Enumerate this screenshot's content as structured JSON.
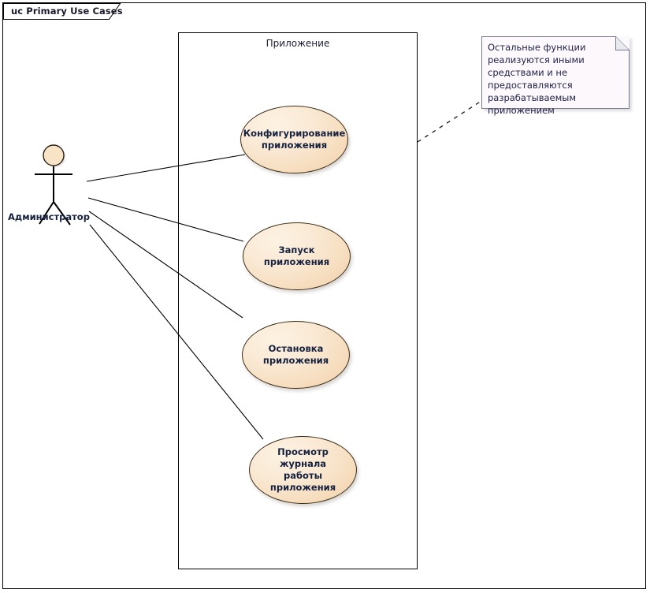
{
  "diagram": {
    "tab_label": "uc Primary Use Cases",
    "type": "uml-use-case-diagram"
  },
  "system_boundary": {
    "label": "Приложение"
  },
  "actor": {
    "label": "Администратор",
    "icon": "stick-figure-actor-icon"
  },
  "use_cases": [
    {
      "id": "uc-configure",
      "label": "Конфигурирование\nприложения"
    },
    {
      "id": "uc-start",
      "label": "Запуск приложения"
    },
    {
      "id": "uc-stop",
      "label": "Остановка\nприложения"
    },
    {
      "id": "uc-viewlog",
      "label": "Просмотр журнала\nработы приложения"
    }
  ],
  "note": {
    "text": "Остальные функции реализуются иными средствами и не предоставляются разрабатываемым приложением"
  },
  "colors": {
    "usecase_fill_light": "#fdf2e2",
    "usecase_fill_dark": "#f0cfa6",
    "usecase_stroke": "#3b2b15",
    "text_dark": "#16213e",
    "note_fill": "#fdf8fb",
    "frame_stroke": "#000000"
  }
}
